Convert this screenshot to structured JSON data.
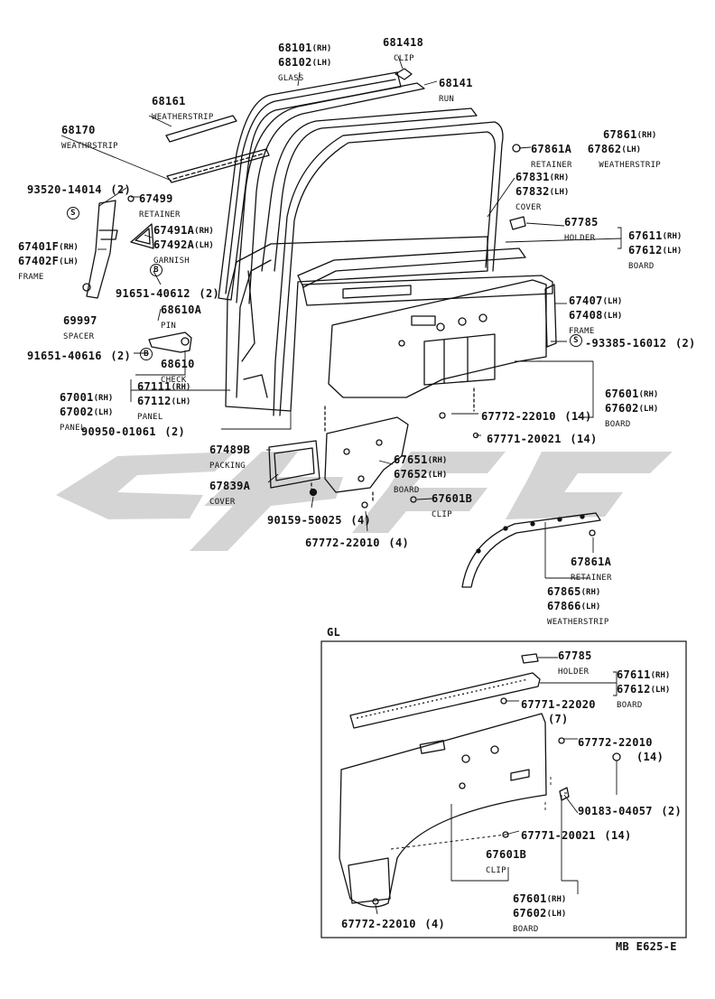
{
  "parts": {
    "glass": {
      "rh": "68101",
      "lh": "68102",
      "sub_rh": "(RH)",
      "sub_lh": "(LH)",
      "desc": "GLASS"
    },
    "clip_top": {
      "num": "681418",
      "desc": "CLIP"
    },
    "run": {
      "num": "68141",
      "desc": "RUN"
    },
    "weatherstrip_a": {
      "num": "68161",
      "desc": "WEATHERSTRIP"
    },
    "weatherstrip_b": {
      "num": "68170",
      "desc": "WEATHRSTRIP"
    },
    "weatherstrip_door": {
      "rh": "67861",
      "lh": "67862",
      "ret_num": "67861A",
      "ret_desc": "RETAINER",
      "sub_rh": "(RH)",
      "sub_lh": "(LH)",
      "desc": "WEATHERSTRIP"
    },
    "screw_top": {
      "num": "93520-14014",
      "qty": "(2)",
      "mark": "S"
    },
    "retainer_67499": {
      "num": "67499",
      "desc": "RETAINER"
    },
    "cover_67831": {
      "rh": "67831",
      "lh": "67832",
      "sub_rh": "(RH)",
      "sub_lh": "(LH)",
      "desc": "COVER"
    },
    "garnish": {
      "rh": "67491A",
      "lh": "67492A",
      "sub_rh": "(RH)",
      "sub_lh": "(LH)",
      "desc": "GARNISH"
    },
    "holder": {
      "num": "67785",
      "desc": "HOLDER"
    },
    "board_top": {
      "rh": "67611",
      "lh": "67612",
      "sub_rh": "(RH)",
      "sub_lh": "(LH)",
      "desc": "BOARD"
    },
    "frame_left": {
      "rh": "67401F",
      "lh": "67402F",
      "sub_rh": "(RH)",
      "sub_lh": "(LH)",
      "desc": "FRAME"
    },
    "bolt_a": {
      "num": "91651-40612",
      "qty": "(2)",
      "mark": "B"
    },
    "frame_right": {
      "rh": "67407",
      "lh": "67408",
      "sub_rh": "(LH)",
      "sub_lh": "(LH)",
      "desc": "FRAME"
    },
    "pin": {
      "num": "68610A",
      "desc": "PIN"
    },
    "spacer": {
      "num": "69997",
      "desc": "SPACER"
    },
    "screw_right": {
      "num": "93385-16012",
      "qty": "(2)",
      "mark": "S"
    },
    "bolt_b": {
      "num": "91651-40616",
      "qty": "(2)",
      "mark": "B"
    },
    "check": {
      "num": "68610",
      "desc": "CHECK"
    },
    "panel": {
      "rh_a": "67111",
      "lh_a": "67112",
      "rh_b": "67001",
      "lh_b": "67002",
      "sub_rh": "(RH)",
      "sub_lh": "(LH)",
      "desc_a": "PANEL",
      "desc_b": "PANEL"
    },
    "board_main": {
      "rh": "67601",
      "lh": "67602",
      "sub_rh": "(RH)",
      "sub_lh": "(LH)",
      "desc": "BOARD"
    },
    "clip_22010": {
      "num": "67772-22010",
      "qty": "(14)"
    },
    "clip_20021": {
      "num": "67771-20021",
      "qty": "(14)"
    },
    "bolt_c": {
      "num": "90950-01061",
      "qty": "(2)"
    },
    "packing": {
      "num": "67489B",
      "desc": "PACKING"
    },
    "board_lower": {
      "rh": "67651",
      "lh": "67652",
      "sub_rh": "(RH)",
      "sub_lh": "(LH)",
      "desc": "BOARD"
    },
    "cover_lower": {
      "num": "67839A",
      "desc": "COVER"
    },
    "clip_lower": {
      "num": "67601B",
      "desc": "CLIP"
    },
    "screw_50025": {
      "num": "90159-50025",
      "qty": "(4)"
    },
    "clip_bottom": {
      "num": "67772-22010",
      "qty": "(4)"
    },
    "retainer_arch": {
      "num": "67861A",
      "desc": "RETAINER"
    },
    "weatherstrip_arch": {
      "rh": "67865",
      "lh": "67866",
      "sub_rh": "(RH)",
      "sub_lh": "(LH)",
      "desc": "WEATHERSTRIP"
    }
  },
  "gl": {
    "title": "GL",
    "holder": {
      "num": "67785",
      "desc": "HOLDER"
    },
    "board_top": {
      "rh": "67611",
      "lh": "67612",
      "sub_rh": "(RH)",
      "sub_lh": "(LH)",
      "desc": "BOARD"
    },
    "clip_20020": {
      "num": "67771-22020",
      "qty": "(7)"
    },
    "clip_22010": {
      "num": "67772-22010",
      "qty": "(14)"
    },
    "nut": {
      "num": "90183-04057",
      "qty": "(2)"
    },
    "clip_20021": {
      "num": "67771-20021",
      "qty": "(14)"
    },
    "clip_b": {
      "num": "67601B",
      "desc": "CLIP"
    },
    "board": {
      "rh": "67601",
      "lh": "67602",
      "sub_rh": "(RH)",
      "sub_lh": "(LH)",
      "desc": "BOARD"
    },
    "clip_bottom": {
      "num": "67772-22010",
      "qty": "(4)"
    }
  },
  "footer": {
    "code": "MB E625-E"
  },
  "colors": {
    "ink": "#111111",
    "watermark": "#d4d4d4"
  }
}
